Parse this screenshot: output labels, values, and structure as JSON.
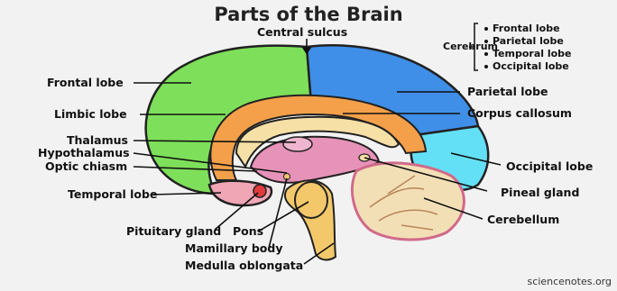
{
  "title": "Parts of the Brain",
  "credit": "sciencenotes.org",
  "legend": {
    "group_label": "Cerebrum",
    "items": [
      "Frontal lobe",
      "Parietal lobe",
      "Temporal lobe",
      "Occipital lobe"
    ]
  },
  "labels": {
    "central_sulcus": "Central sulcus",
    "frontal_lobe": "Frontal lobe",
    "limbic_lobe": "Limbic lobe",
    "thalamus": "Thalamus",
    "hypothalamus": "Hypothalamus",
    "optic_chiasm": "Optic chiasm",
    "temporal_lobe": "Temporal lobe",
    "pituitary_gland": "Pituitary gland",
    "pons": "Pons",
    "mamillary_body": "Mamillary body",
    "medulla_oblongata": "Medulla oblongata",
    "parietal_lobe": "Parietal lobe",
    "corpus_callosum": "Corpus callosum",
    "occipital_lobe": "Occipital lobe",
    "pineal_gland": "Pineal gland",
    "cerebellum": "Cerebellum"
  },
  "colors": {
    "frontal": "#7ee05a",
    "parietal": "#3f8fe8",
    "occipital": "#63e0f5",
    "temporal": "#f1a6b5",
    "limbic": "#f4a04a",
    "corpus": "#f6e0a6",
    "diencephalon": "#e792b9",
    "brainstem": "#f3c86b",
    "cerebellum": "#f3dfb6",
    "cerebellum_outline": "#d06a8a"
  }
}
